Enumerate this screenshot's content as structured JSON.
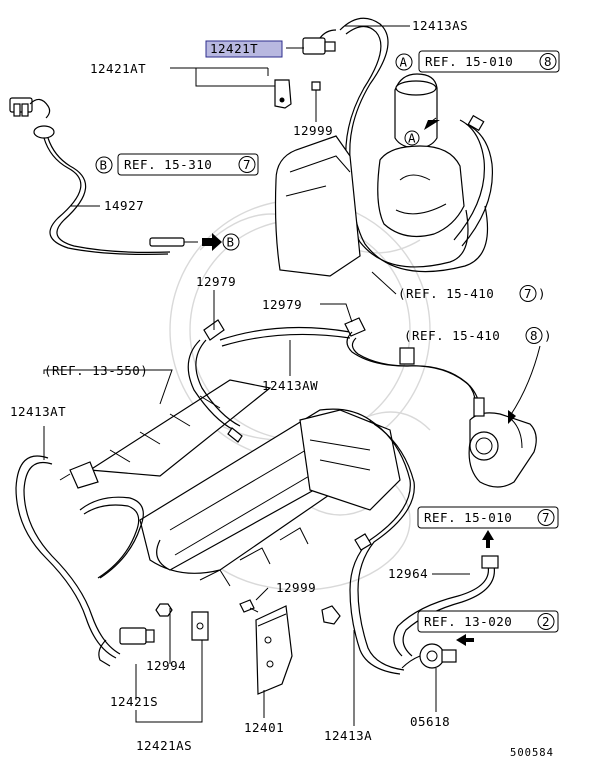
{
  "diagram_id": "500584",
  "highlighted_part": "12421T",
  "parts": {
    "p12413AS": "12413AS",
    "p12421T": "12421T",
    "p12421AT": "12421AT",
    "p12999_top": "12999",
    "p14927": "14927",
    "p12979_left": "12979",
    "p12979_right": "12979",
    "p12413AW": "12413AW",
    "p12413AT": "12413AT",
    "p12999_mid": "12999",
    "p12964": "12964",
    "p12994": "12994",
    "p12421S": "12421S",
    "p12421AS": "12421AS",
    "p12401": "12401",
    "p12413A": "12413A",
    "p05618": "05618"
  },
  "refs": {
    "ref_a": {
      "letter": "A",
      "text": "REF. 15-010",
      "num": "8"
    },
    "ref_b": {
      "letter": "B",
      "text": "REF. 15-310",
      "num": "7"
    },
    "ref_15410_7": {
      "text": "(REF. 15-410",
      "num": "7",
      "close": ")"
    },
    "ref_15410_8": {
      "text": "(REF. 15-410",
      "num": "8",
      "close": ")"
    },
    "ref_13550": {
      "text": "(REF. 13-550)"
    },
    "ref_15010_7": {
      "text": "REF. 15-010",
      "num": "7"
    },
    "ref_13020_2": {
      "text": "REF. 13-020",
      "num": "2"
    }
  },
  "markers": {
    "a": "A",
    "b": "B"
  }
}
